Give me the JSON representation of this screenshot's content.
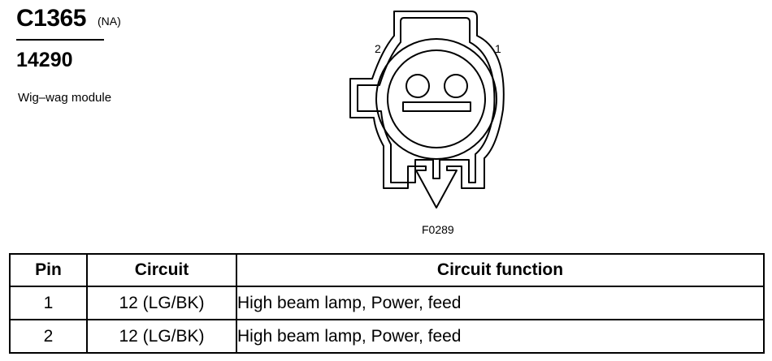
{
  "connector": {
    "id": "C1365",
    "region": "(NA)",
    "part_number": "14290",
    "component": "Wig–wag module",
    "figure_ref": "F0289",
    "pin_labels": [
      "1",
      "2"
    ]
  },
  "table": {
    "headers": [
      "Pin",
      "Circuit",
      "Circuit function"
    ],
    "rows": [
      {
        "pin": "1",
        "circuit": "12 (LG/BK)",
        "function": "High beam lamp, Power, feed"
      },
      {
        "pin": "2",
        "circuit": "12 (LG/BK)",
        "function": "High beam lamp, Power, feed"
      }
    ]
  }
}
